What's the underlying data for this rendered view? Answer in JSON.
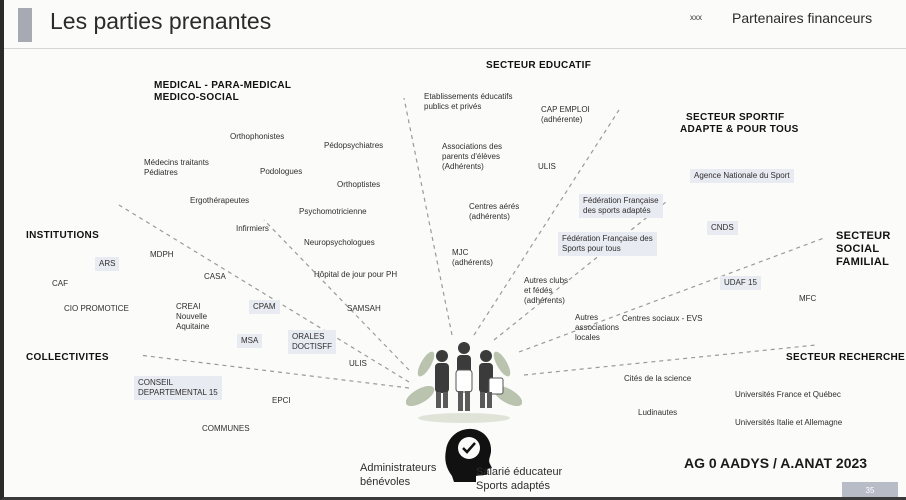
{
  "title": "Les parties prenantes",
  "legend": {
    "marker": "xxx",
    "label": "Partenaires financeurs"
  },
  "sectors": {
    "medical": [
      "MEDICAL - PARA-MEDICAL",
      "MEDICO-SOCIAL"
    ],
    "educatif": "SECTEUR EDUCATIF",
    "sportif": [
      "SECTEUR SPORTIF",
      "ADAPTE & POUR TOUS"
    ],
    "institutions": "INSTITUTIONS",
    "social": [
      "SECTEUR",
      "SOCIAL",
      "FAMILIAL"
    ],
    "collectivites": "COLLECTIVITES",
    "recherche": "SECTEUR RECHERCHE"
  },
  "items": {
    "etab": [
      "Etablissements éducatifs",
      "publics et privés"
    ],
    "cap_emploi": [
      "CAP EMPLOI",
      "(adhérente)"
    ],
    "assoc_parents": [
      "Associations des",
      "parents d'élèves",
      "(Adhérents)"
    ],
    "ulis": "ULIS",
    "centres_aires": [
      "Centres aérés",
      "(adhérents)"
    ],
    "mjc_edu": [
      "MJC",
      "(adhérents)"
    ],
    "autres_edu": [
      "Autres clubs",
      "et fédés",
      "(adhérents)"
    ],
    "orthophonistes": "Orthophonistes",
    "pedopsy": "Pédopsychiatres",
    "medecins": [
      "Médecins traitants",
      "Pédiatres"
    ],
    "podologues": "Podologues",
    "orthoptistes": "Orthoptistes",
    "ergo": "Ergothérapeutes",
    "psychomot": "Psychomotricienne",
    "infirmiers": "Infirmiers",
    "neuro": "Neuropsychologues",
    "hopital": "Hôpital de jour pour PH",
    "samsah": "SAMSAH",
    "agence": "Agence Nationale du Sport",
    "ffsa": [
      "Fédération Française",
      "des sports adaptés"
    ],
    "cnds": "CNDS",
    "ffh": [
      "Fédération Française des",
      "Sports pour tous"
    ],
    "udaf": "UDAF 15",
    "mfc": "MFC",
    "centres_sociaux": "Centres sociaux - EVS",
    "autres_assoc": [
      "Autres",
      "associations",
      "locales"
    ],
    "ars": "ARS",
    "mdph": "MDPH",
    "caf": "CAF",
    "casa": "CASA",
    "cio": "CIO PROMOTICE",
    "creai": [
      "CREAI",
      "Nouvelle",
      "Aquitaine"
    ],
    "cpam": "CPAM",
    "msa": "MSA",
    "orales": [
      "ORALES",
      "DOCTISFF"
    ],
    "ulis2": "ULIS",
    "conseil": [
      "CONSEIL",
      "DEPARTEMENTAL 15"
    ],
    "epci": "EPCI",
    "communes": "COMMUNES",
    "cite": "Cités de la science",
    "univ_fr": "Universités France et Québec",
    "ludinautes": "Ludinautes",
    "univ_it": "Universités Italie et Allemagne",
    "admin": [
      "Administrateurs",
      "bénévoles"
    ],
    "salarie": [
      "Salarié éducateur",
      "Sports adaptés"
    ]
  },
  "footer": {
    "ag": "AG 0 AADYS / A.ANAT 2023",
    "page": "35"
  },
  "colors": {
    "accent_bar": "#a7aab2",
    "box_fill": "#e9ebf2",
    "ray": "#9a9a9a"
  }
}
